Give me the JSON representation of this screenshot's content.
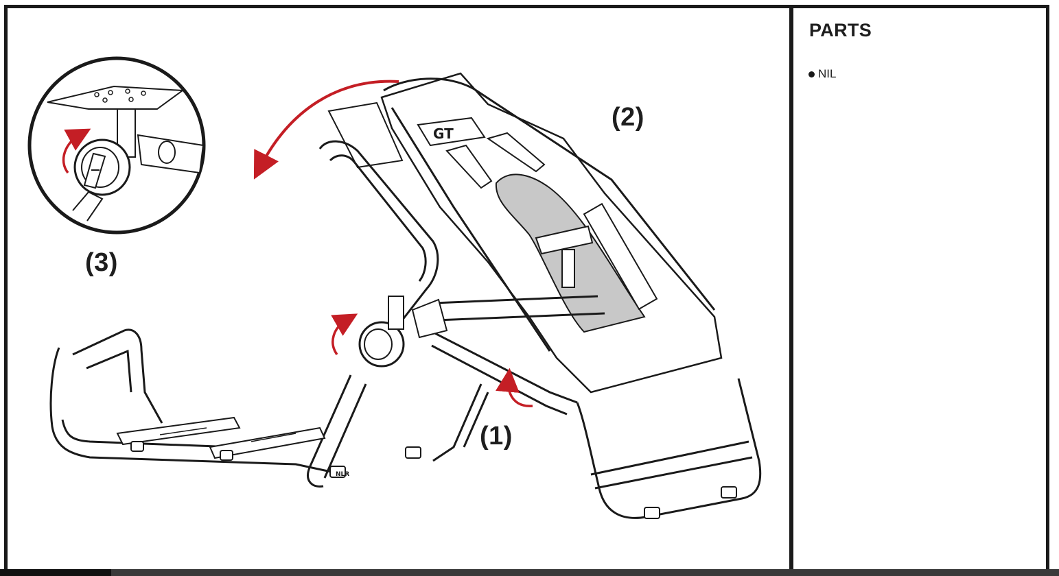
{
  "steps": [
    {
      "label": "(1)"
    },
    {
      "label": "(2)"
    },
    {
      "label": "(3)"
    }
  ],
  "parts": {
    "title": "PARTS",
    "items": [
      "NIL"
    ]
  },
  "illustration": {
    "subject": "racing-cockpit-frame",
    "seat_logo": "GT",
    "tube_marking": "NLR",
    "arrow_color": "#c41e25",
    "line_color": "#1a1a1a",
    "shade_color": "#c8c8c8"
  }
}
